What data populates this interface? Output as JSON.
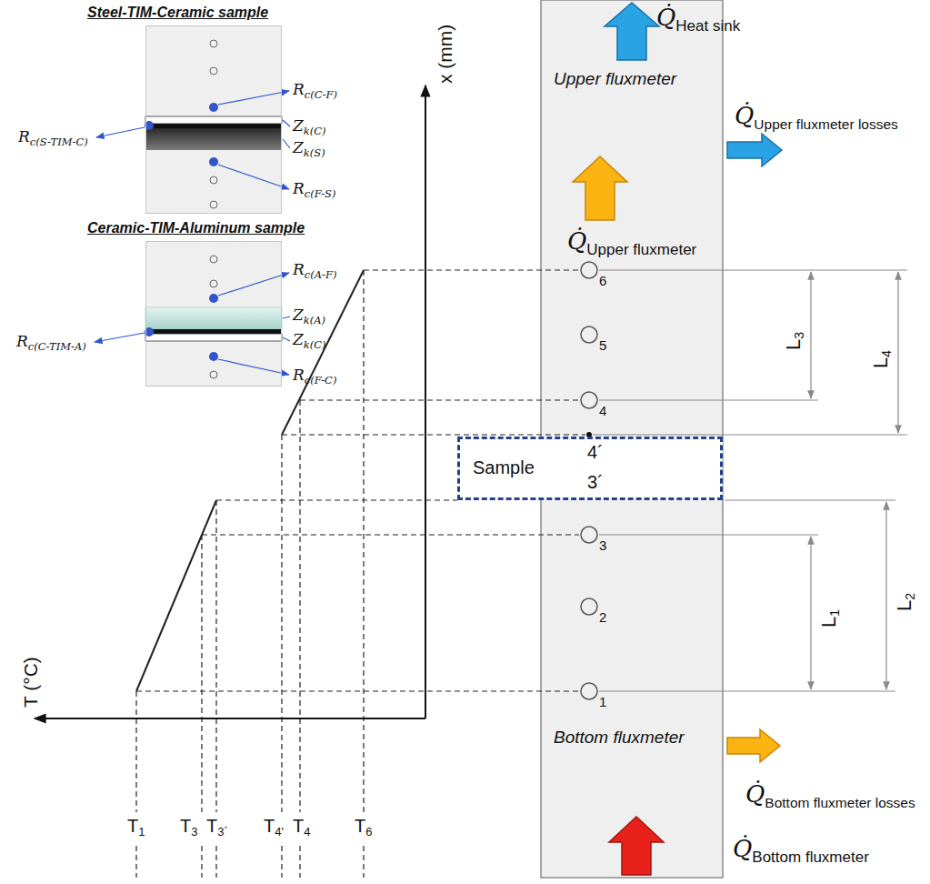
{
  "diagram": {
    "nodes": [
      {
        "text": [
          "Steel-TIM-Ceramic sample"
        ]
      },
      {
        "text": [
          "Ceramic-TIM-Aluminum sample"
        ]
      },
      {
        "text": [
          "Upper fluxmeter",
          "Bottom fluxmeter"
        ]
      },
      {
        "text": [
          "Sample",
          "4´",
          "3´"
        ]
      }
    ],
    "labels": [
      "x (mm)",
      "T (°C)",
      "Q̇",
      "Heat sink",
      "Q̇",
      "Upper fluxmeter losses",
      "Q̇",
      "Upper fluxmeter",
      "Q̇",
      "Bottom fluxmeter losses",
      "Q̇",
      "Bottom fluxmeter",
      "1",
      "2",
      "3",
      "4",
      "5",
      "6",
      "L",
      "3",
      "L",
      "4",
      "L",
      "1",
      "L",
      "2",
      "T",
      "1",
      "T",
      "3",
      "T",
      "3´",
      "T",
      "4'",
      "T",
      "4",
      "T",
      "6",
      "R",
      "c(C-F)",
      "Z",
      "k(C)",
      "Z",
      "k(S)",
      "R",
      "c(F-S)",
      "R",
      "c(S-TIM-C)",
      "R",
      "c(A-F)",
      "Z",
      "k(A)",
      "Z",
      "k(C)",
      "R",
      "c(F-C)",
      "R",
      "c(C-TIM-A)"
    ]
  }
}
